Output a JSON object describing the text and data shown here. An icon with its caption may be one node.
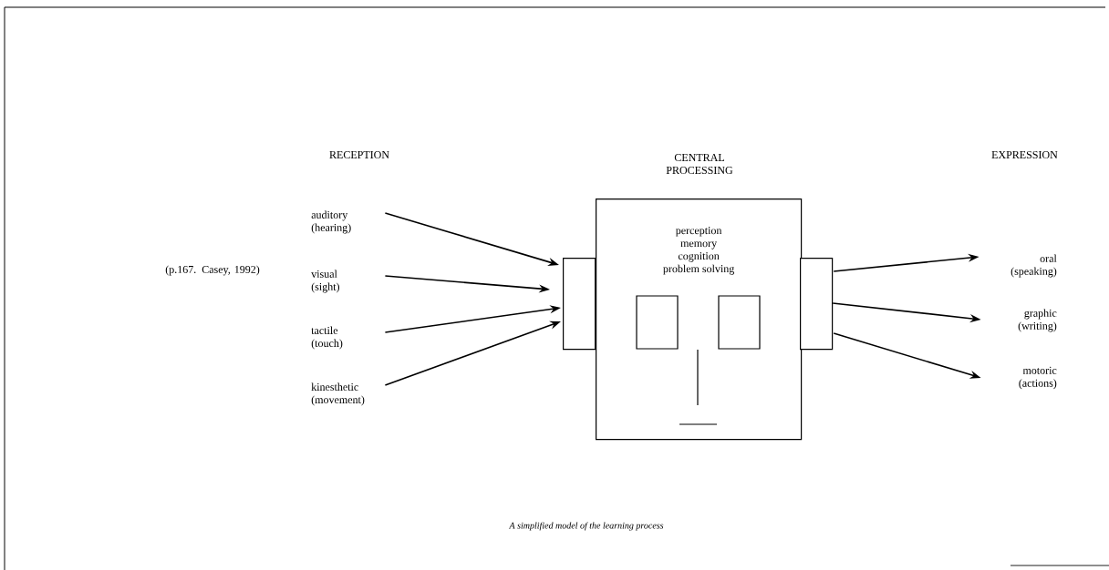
{
  "diagram": {
    "caption": "A simplified model of the learning process",
    "nodes": [
      {
        "text": [
          "auditory (hearing)"
        ]
      },
      {
        "text": [
          "visual (sight)"
        ]
      },
      {
        "text": [
          "tactile (touch)"
        ]
      },
      {
        "text": [
          "kinesthetic (movement)"
        ]
      },
      {
        "text": [],
        "shape": "box"
      },
      {
        "text": [
          "perception memory cognition problem solving"
        ]
      },
      {
        "text": [],
        "shape": "box"
      },
      {
        "text": [
          "oral (speaking)"
        ]
      },
      {
        "text": [
          "graphic (writing)"
        ]
      },
      {
        "text": [
          "motoric (actions)"
        ]
      }
    ],
    "edges": [
      {
        "from": 0,
        "to": 4,
        "arrow": "to"
      },
      {
        "from": 1,
        "to": 4,
        "arrow": "to"
      },
      {
        "from": 2,
        "to": 4,
        "arrow": "to"
      },
      {
        "from": 3,
        "to": 4,
        "arrow": "to"
      },
      {
        "from": 6,
        "to": 7,
        "arrow": "to"
      },
      {
        "from": 6,
        "to": 8,
        "arrow": "to"
      },
      {
        "from": 6,
        "to": 9,
        "arrow": "to"
      }
    ],
    "labels": [
      "RECEPTION",
      "CENTRAL PROCESSING",
      "EXPRESSION",
      "(p.167. Casey, 1992)"
    ]
  }
}
